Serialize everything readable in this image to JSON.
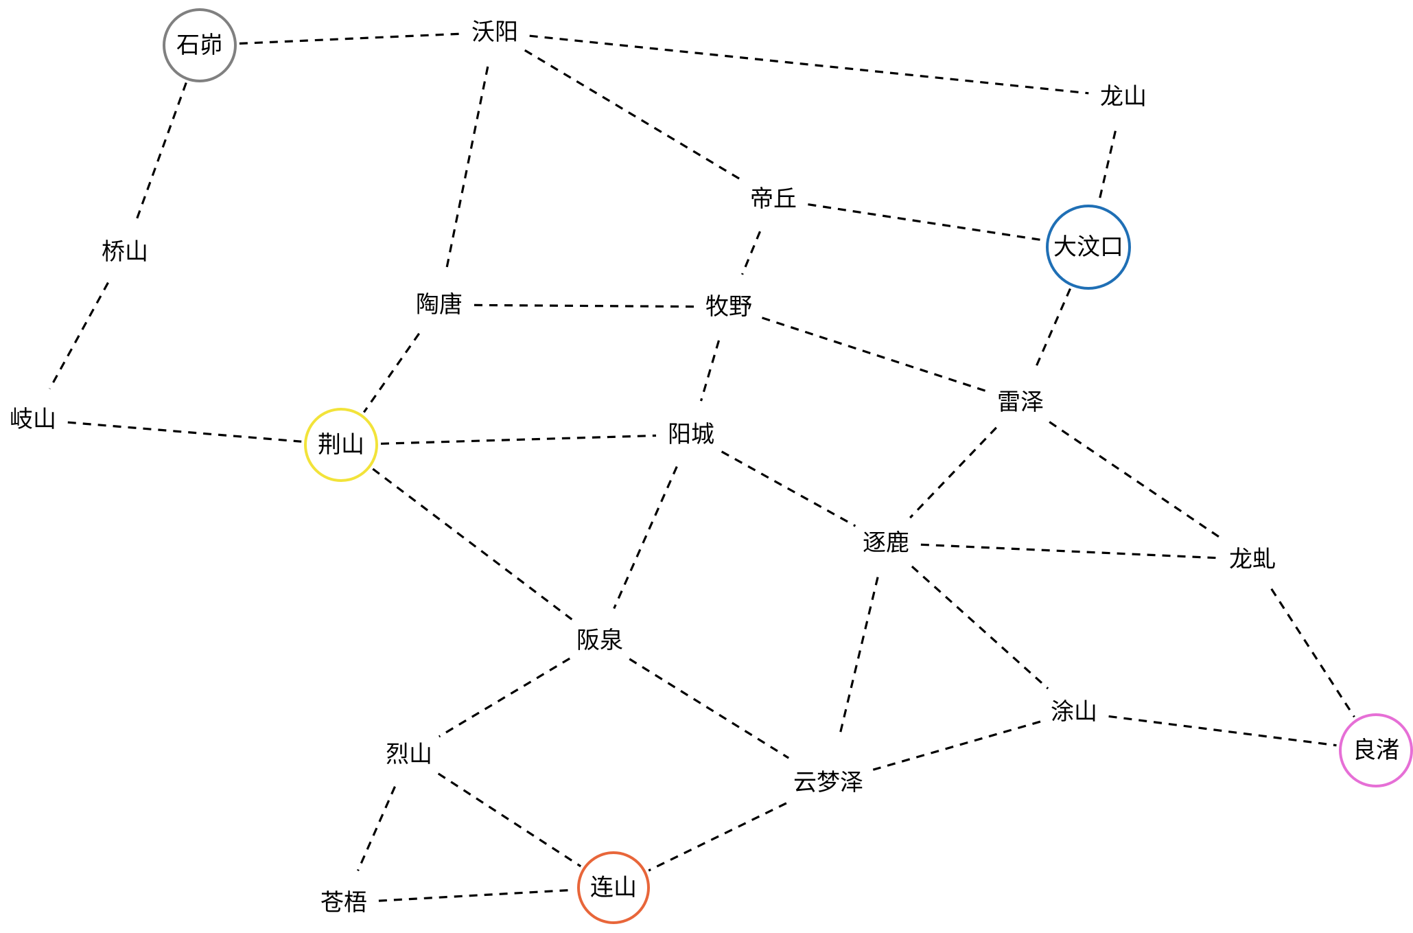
{
  "diagram": {
    "type": "network-map",
    "nodes": [
      {
        "id": "shimao",
        "label": "石峁",
        "ring_color": "#808080"
      },
      {
        "id": "woyang",
        "label": "沃阳"
      },
      {
        "id": "longshan",
        "label": "龙山"
      },
      {
        "id": "diqiu",
        "label": "帝丘"
      },
      {
        "id": "dawenkou",
        "label": "大汶口",
        "ring_color": "#1f6fb5"
      },
      {
        "id": "qiaoshan",
        "label": "桥山"
      },
      {
        "id": "taotang",
        "label": "陶唐"
      },
      {
        "id": "muye",
        "label": "牧野"
      },
      {
        "id": "leize",
        "label": "雷泽"
      },
      {
        "id": "qishan",
        "label": "岐山"
      },
      {
        "id": "jingshan",
        "label": "荆山",
        "ring_color": "#f2e33a"
      },
      {
        "id": "yangcheng",
        "label": "阳城"
      },
      {
        "id": "zhulu",
        "label": "逐鹿"
      },
      {
        "id": "longchi",
        "label": "龙虬"
      },
      {
        "id": "banquan",
        "label": "阪泉"
      },
      {
        "id": "tushan",
        "label": "涂山"
      },
      {
        "id": "liangzhu",
        "label": "良渚",
        "ring_color": "#e66fd6"
      },
      {
        "id": "lieshan",
        "label": "烈山"
      },
      {
        "id": "yunmengze",
        "label": "云梦泽"
      },
      {
        "id": "lianshan",
        "label": "连山",
        "ring_color": "#e8663a"
      },
      {
        "id": "cangwu",
        "label": "苍梧"
      }
    ],
    "edges": [
      [
        "shimao",
        "woyang"
      ],
      [
        "shimao",
        "qiaoshan"
      ],
      [
        "qiaoshan",
        "qishan"
      ],
      [
        "woyang",
        "longshan"
      ],
      [
        "woyang",
        "diqiu"
      ],
      [
        "woyang",
        "taotang"
      ],
      [
        "longshan",
        "dawenkou"
      ],
      [
        "diqiu",
        "dawenkou"
      ],
      [
        "diqiu",
        "muye"
      ],
      [
        "taotang",
        "muye"
      ],
      [
        "taotang",
        "jingshan"
      ],
      [
        "muye",
        "leize"
      ],
      [
        "muye",
        "yangcheng"
      ],
      [
        "dawenkou",
        "leize"
      ],
      [
        "qishan",
        "jingshan"
      ],
      [
        "jingshan",
        "yangcheng"
      ],
      [
        "jingshan",
        "banquan"
      ],
      [
        "yangcheng",
        "zhulu"
      ],
      [
        "yangcheng",
        "banquan"
      ],
      [
        "leize",
        "zhulu"
      ],
      [
        "leize",
        "longchi"
      ],
      [
        "zhulu",
        "longchi"
      ],
      [
        "zhulu",
        "tushan"
      ],
      [
        "zhulu",
        "yunmengze"
      ],
      [
        "longchi",
        "liangzhu"
      ],
      [
        "tushan",
        "liangzhu"
      ],
      [
        "tushan",
        "yunmengze"
      ],
      [
        "banquan",
        "lieshan"
      ],
      [
        "banquan",
        "yunmengze"
      ],
      [
        "yunmengze",
        "lianshan"
      ],
      [
        "lieshan",
        "lianshan"
      ],
      [
        "lieshan",
        "cangwu"
      ],
      [
        "cangwu",
        "lianshan"
      ]
    ]
  }
}
